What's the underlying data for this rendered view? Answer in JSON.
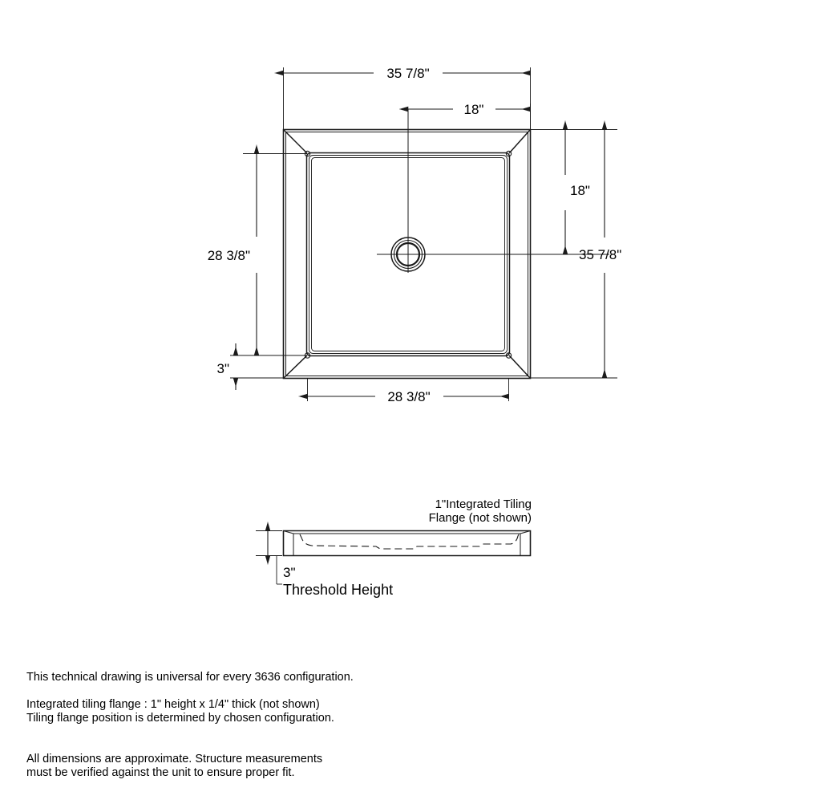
{
  "drawing": {
    "title_hidden": "",
    "top_view": {
      "name": "shower-pan-top-view",
      "dimensions": {
        "top_overall": "35 7/8\"",
        "top_drain_offset": "18\"",
        "left_inner": "28 3/8\"",
        "left_threshold": "3\"",
        "right_drain_offset": "18\"",
        "right_overall": "35 7/8\"",
        "bottom_inner": "28 3/8\""
      }
    },
    "side_view": {
      "name": "shower-pan-side-view",
      "flange_note_line1": "1\"Integrated Tiling",
      "flange_note_line2": "Flange (not shown)",
      "height_dim": "3\"",
      "height_label": "Threshold  Height"
    }
  },
  "notes": {
    "note1": "This technical drawing is universal for every 3636 configuration.",
    "note2": "Integrated tiling flange : 1\" height x 1/4\" thick (not shown)\nTiling flange position is determined by chosen configuration.",
    "note3": "All dimensions are approximate. Structure measurements\nmust be verified against the unit to ensure proper fit."
  },
  "colors": {
    "line": "#1a1a1a",
    "background": "#ffffff",
    "text": "#000000"
  }
}
